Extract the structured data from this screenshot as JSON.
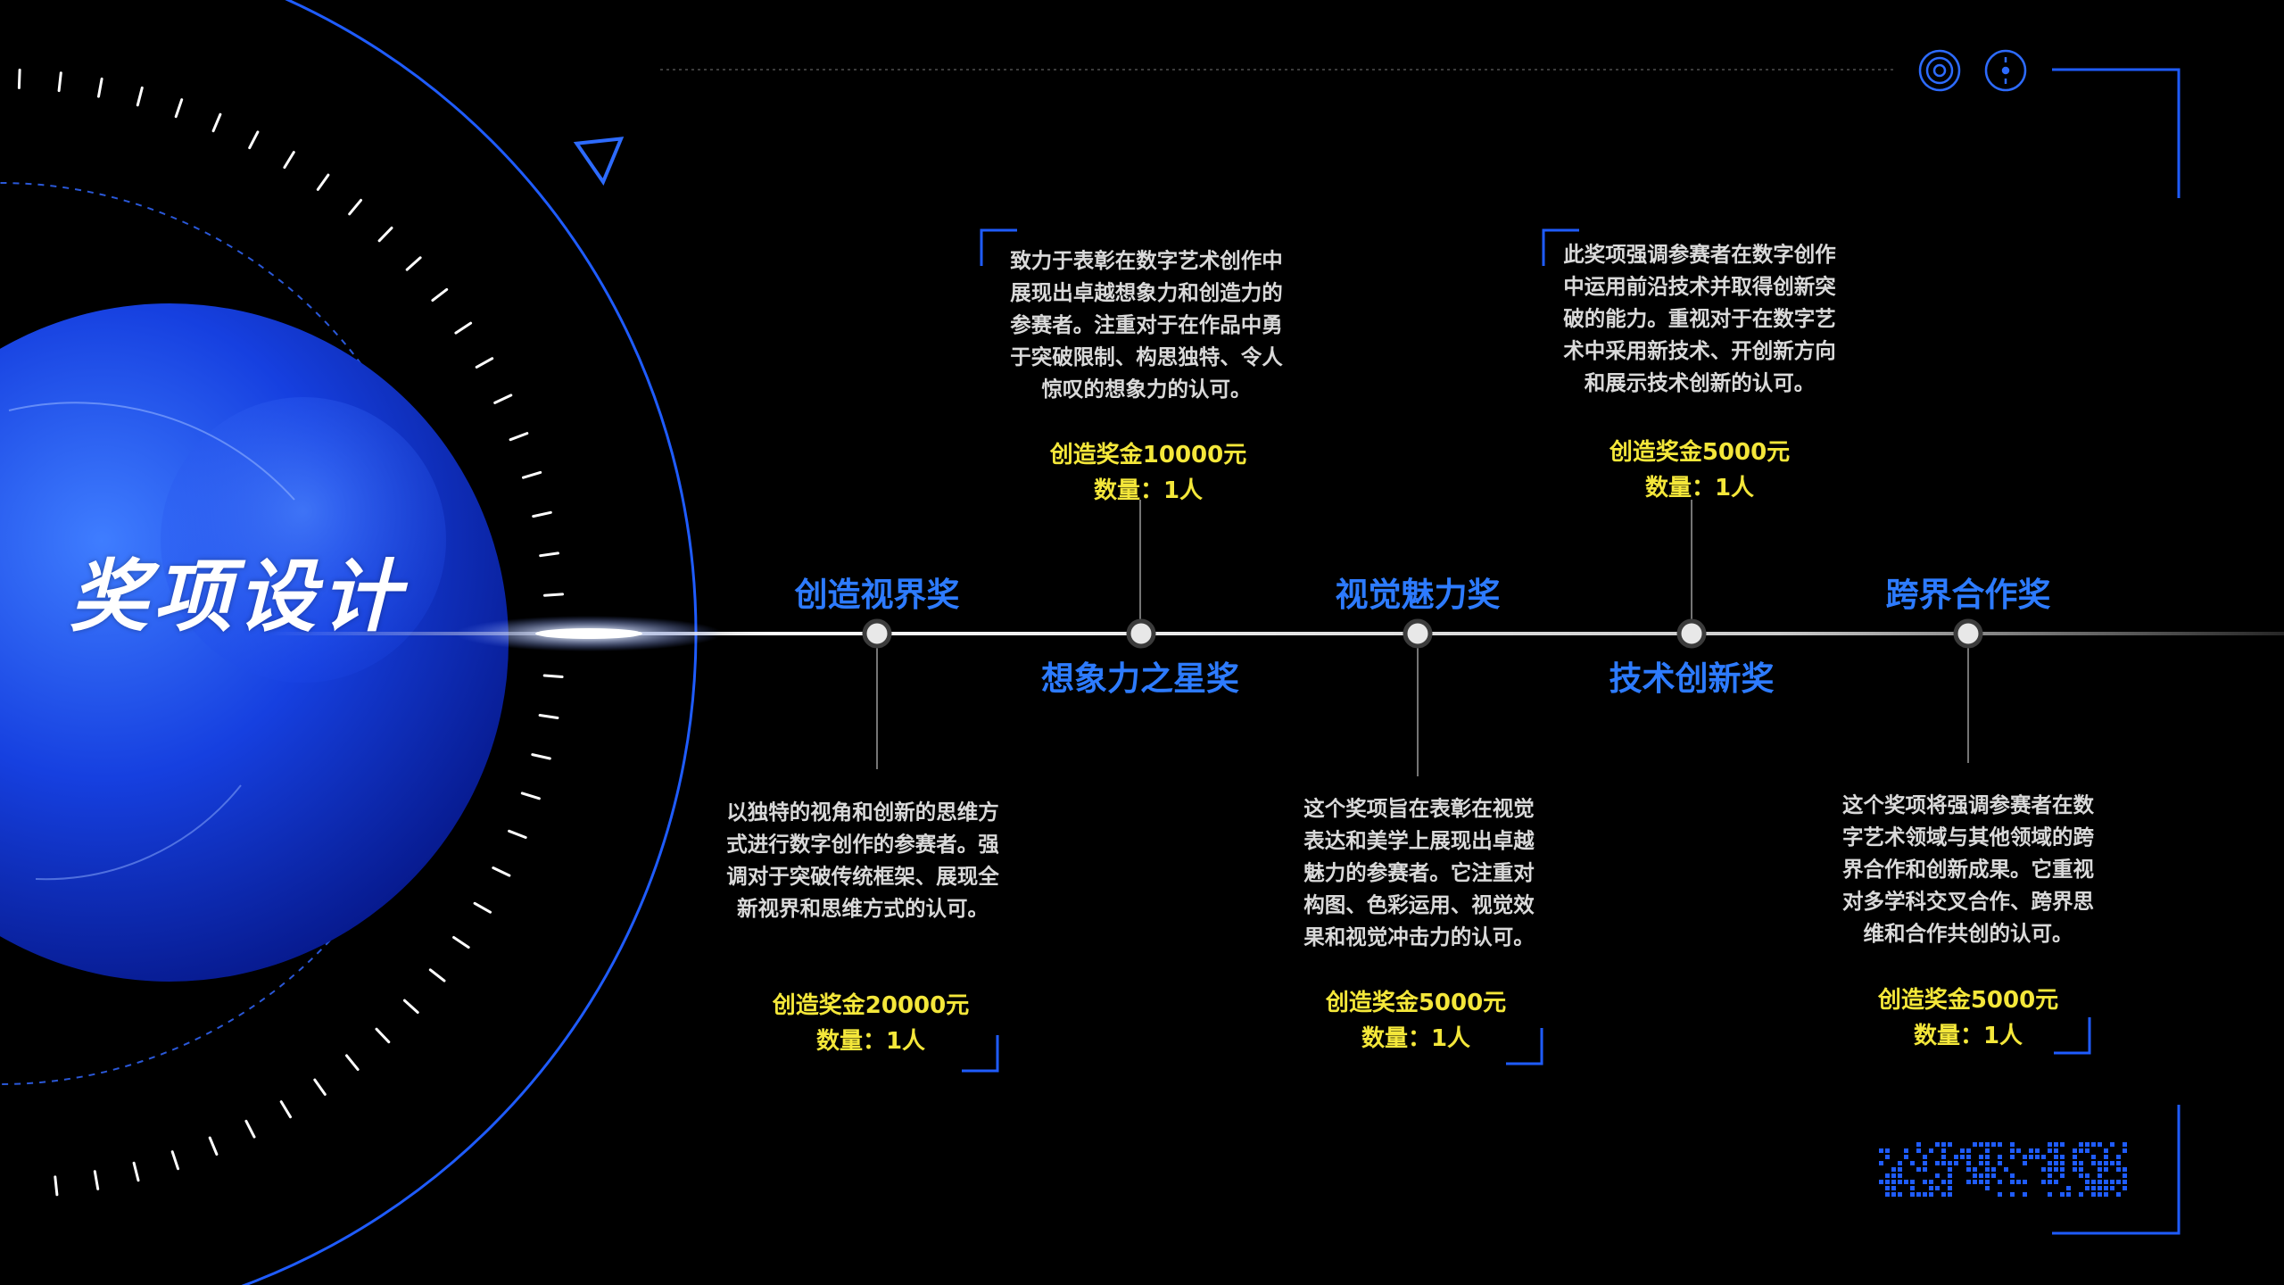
{
  "page": {
    "title": "奖项设计",
    "colors": {
      "background": "#000000",
      "accent": "#2d7bff",
      "prize": "#f4e73a",
      "text": "#d9d9d9"
    }
  },
  "awards": [
    {
      "name": "创造视界奖",
      "description": "以独特的视角和创新的思维方式进行数字创作的参赛者。强调对于突破传统框架、展现全新视界和思维方式的认可。",
      "prize": "创造奖金20000元",
      "quantity": "数量：1人"
    },
    {
      "name": "想象力之星奖",
      "description": "致力于表彰在数字艺术创作中展现出卓越想象力和创造力的参赛者。注重对于在作品中勇于突破限制、构思独特、令人惊叹的想象力的认可。",
      "prize": "创造奖金10000元",
      "quantity": "数量：1人"
    },
    {
      "name": "视觉魅力奖",
      "description": "这个奖项旨在表彰在视觉表达和美学上展现出卓越魅力的参赛者。它注重对构图、色彩运用、视觉效果和视觉冲击力的认可。",
      "prize": "创造奖金5000元",
      "quantity": "数量：1人"
    },
    {
      "name": "技术创新奖",
      "description": "此奖项强调参赛者在数字创作中运用前沿技术并取得创新突破的能力。重视对于在数字艺术中采用新技术、开创新方向和展示技术创新的认可。",
      "prize": "创造奖金5000元",
      "quantity": "数量：1人"
    },
    {
      "name": "跨界合作奖",
      "description": "这个奖项将强调参赛者在数字艺术领域与其他领域的跨界合作和创新成果。它重视对多学科交叉合作、跨界思维和合作共创的认可。",
      "prize": "创造奖金5000元",
      "quantity": "数量：1人"
    }
  ],
  "decor": {
    "icons": [
      "target-icon",
      "dial-icon",
      "triangle-icon"
    ],
    "glyph_pattern_color": "#1f5cff"
  }
}
